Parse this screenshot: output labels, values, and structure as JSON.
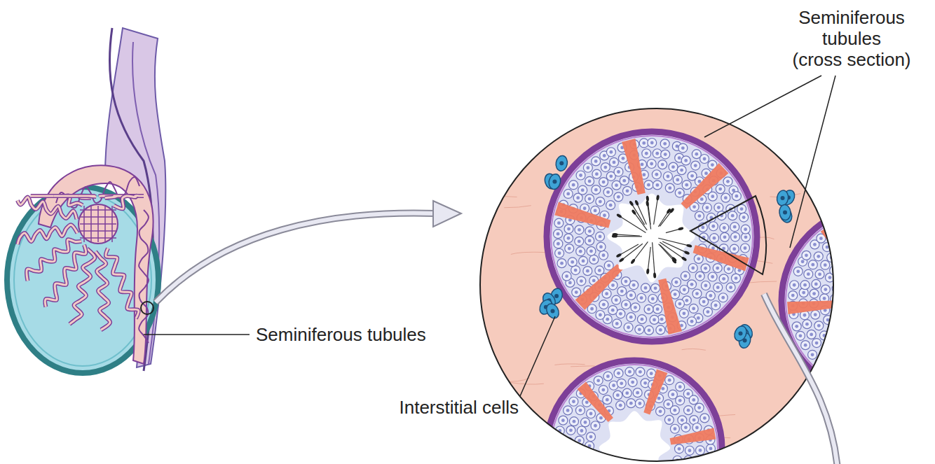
{
  "diagram": {
    "labels": [
      "Seminiferous tubules (cross section)",
      "Seminiferous tubules",
      "Interstitial cells"
    ]
  }
}
